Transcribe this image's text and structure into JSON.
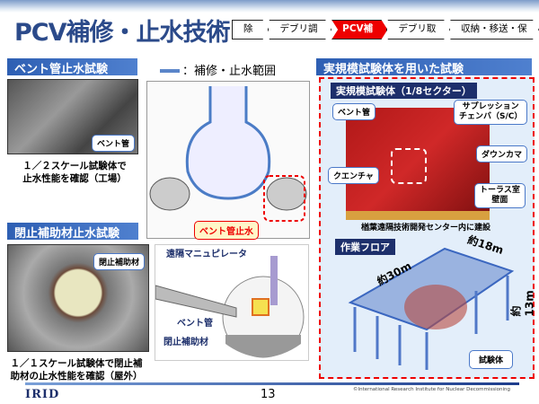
{
  "title": "PCV補修・止水技術",
  "steps": [
    "除染",
    "デブリ調査",
    "PCV補修",
    "デブリ取出",
    "収納・移送・保管"
  ],
  "active_step": 2,
  "left": {
    "section1": {
      "header": "ベント管止水試験",
      "callout": "ベント管",
      "caption_lines": [
        "１／２スケール試験体で",
        "止水性能を確認（工場）"
      ]
    },
    "section2": {
      "header": "閉止補助材止水試験",
      "callout": "閉止補助材",
      "caption_lines": [
        "１／１スケール試験体で閉止補",
        "助材の止水性能を確認（屋外）"
      ]
    }
  },
  "center": {
    "legend": "：補修・止水範囲",
    "vent_label": "ベント管止水",
    "manipulator": "遠隔マニュピレータ",
    "vent_pipe": "ベント管",
    "closure": "閉止補助材"
  },
  "right": {
    "header": "実規模試験体を用いた試験",
    "subheader": "実規模試験体（1/8セクター）",
    "labels": {
      "vent": "ベント管",
      "sc": [
        "サプレッション",
        "チェンバ（S/C）"
      ],
      "downcomer": "ダウンカマ",
      "quencher": "クエンチャ",
      "torus": [
        "トーラス室",
        "壁面"
      ]
    },
    "caption": "楢葉遠隔技術開発センター内に建設",
    "floor": {
      "header": "作業フロア",
      "dim_length": "約30m",
      "dim_width": "約18m",
      "dim_height": "約13m",
      "specimen": "試験体"
    }
  },
  "footer": {
    "logo": "IRID",
    "page": "13",
    "copyright": "©International Research Institute for Nuclear Decommissioning"
  },
  "colors": {
    "title": "#2b4a8a",
    "accent": "#e00000",
    "header": "#2e5fb3"
  }
}
